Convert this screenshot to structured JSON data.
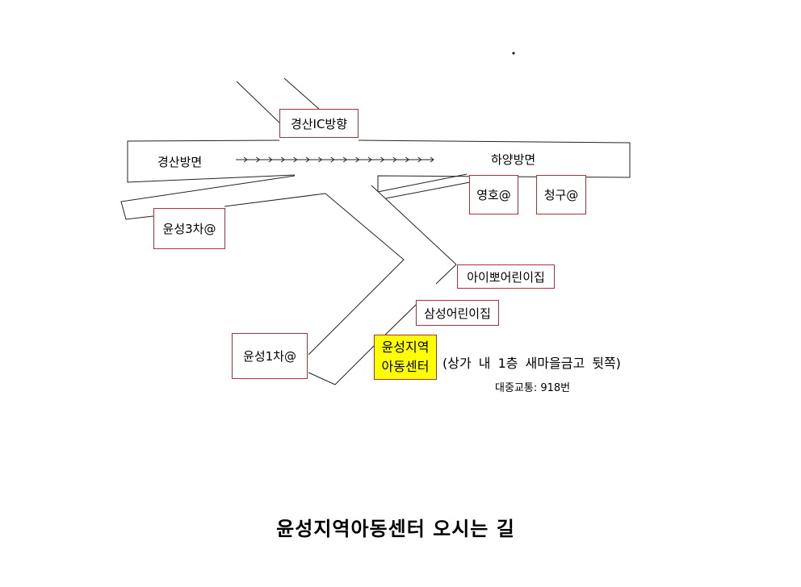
{
  "map": {
    "ic_direction": "경산IC방향",
    "west_direction": "경산방면",
    "east_direction": "하양방면",
    "landmarks": {
      "yunseong3": "윤성3차@",
      "yeongho": "영호@",
      "cheonggu": "청구@",
      "aippo_daycare": "아이뽀어린이집",
      "samsung_daycare": "삼성어린이집",
      "yunseong1": "윤성1차@"
    },
    "destination": {
      "line1": "윤성지역",
      "line2": "아동센터",
      "highlight_color": "#ffff00"
    },
    "location_note": "(상가 내 1층 새마을금고 뒷쪽)",
    "transit": "대중교통: 918번",
    "box_border_color": "#b0303a"
  },
  "title": "윤성지역아동센터 오시는 길"
}
